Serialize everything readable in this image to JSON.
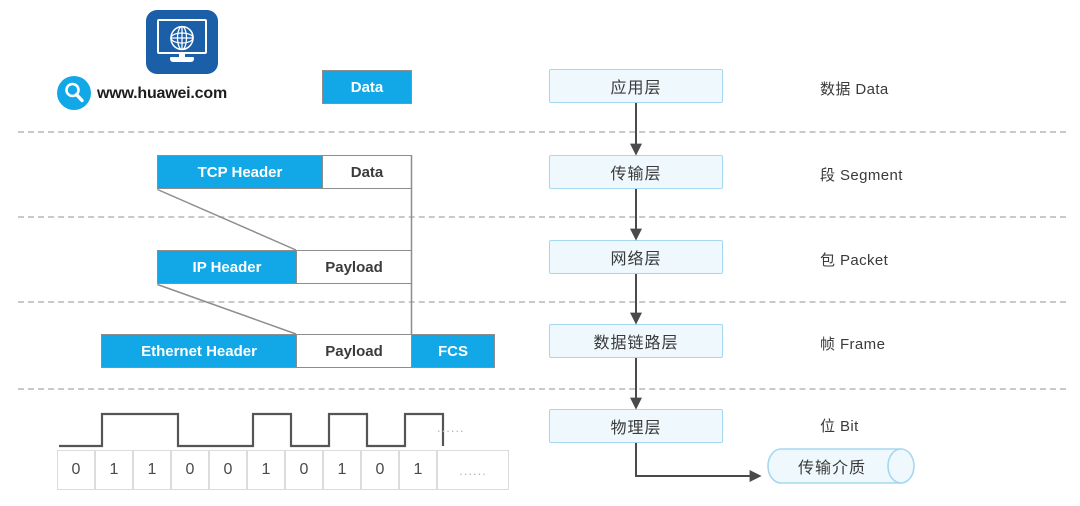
{
  "host": {
    "icon_name": "computer-globe-icon",
    "search_icon_name": "magnifier-icon",
    "url": "www.huawei.com"
  },
  "encapsulation": {
    "application": {
      "data_label": "Data"
    },
    "transport": {
      "header_label": "TCP Header",
      "payload_label": "Data"
    },
    "network": {
      "header_label": "IP Header",
      "payload_label": "Payload"
    },
    "datalink": {
      "header_label": "Ethernet Header",
      "payload_label": "Payload",
      "trailer_label": "FCS"
    }
  },
  "physical": {
    "bits": [
      "0",
      "1",
      "1",
      "0",
      "0",
      "1",
      "0",
      "1",
      "0",
      "1"
    ],
    "bit_ellipsis": "......",
    "wave_ellipsis": "......"
  },
  "layers": [
    {
      "name": "应用层",
      "pdu": "数据 Data"
    },
    {
      "name": "传输层",
      "pdu": "段 Segment"
    },
    {
      "name": "网络层",
      "pdu": "包 Packet"
    },
    {
      "name": "数据链路层",
      "pdu": "帧 Frame"
    },
    {
      "name": "物理层",
      "pdu": "位 Bit"
    }
  ],
  "medium": {
    "label": "传输介质"
  },
  "colors": {
    "accent_blue": "#12a8e8",
    "dark_blue": "#1b5fa8",
    "layer_fill": "#eef8fd",
    "layer_border": "#a6d7f0",
    "box_border": "#8d8d8d",
    "separator": "#c9c9c9",
    "arrow": "#4a4a4a"
  }
}
